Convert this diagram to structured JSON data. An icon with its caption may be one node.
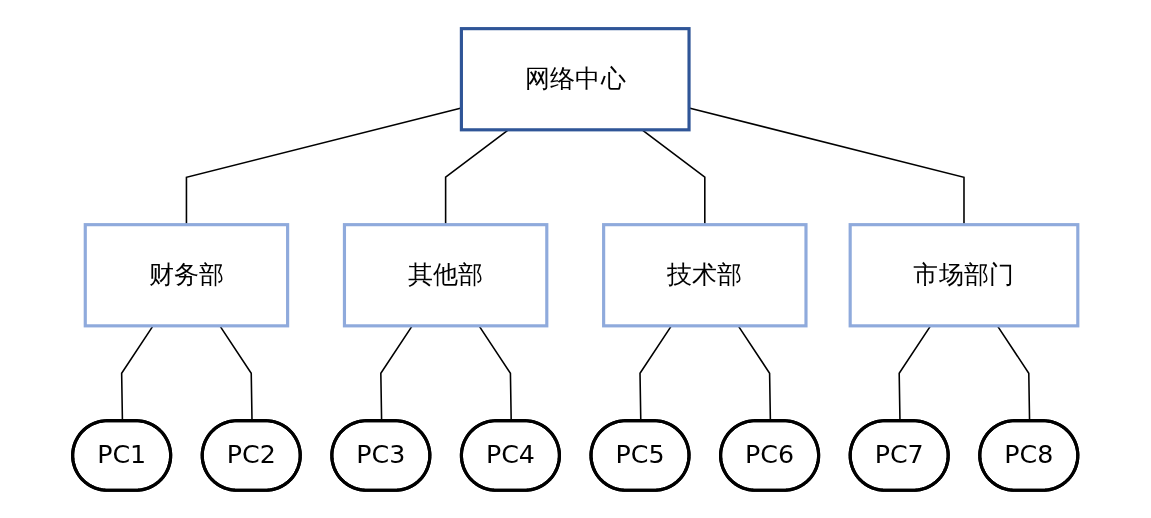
{
  "diagram": {
    "nodes": [
      {
        "text": [
          "网络中心"
        ]
      },
      {
        "text": [
          "财务部"
        ]
      },
      {
        "text": [
          "其他部"
        ]
      },
      {
        "text": [
          "技术部"
        ]
      },
      {
        "text": [
          "市场部门"
        ]
      },
      {
        "text": [
          "PC1"
        ]
      },
      {
        "text": [
          "PC2"
        ]
      },
      {
        "text": [
          "PC3"
        ]
      },
      {
        "text": [
          "PC4"
        ]
      },
      {
        "text": [
          "PC5"
        ]
      },
      {
        "text": [
          "PC6"
        ]
      },
      {
        "text": [
          "PC7"
        ]
      },
      {
        "text": [
          "PC8"
        ]
      }
    ],
    "edges": [
      {
        "from": 0,
        "to": 1,
        "arrow": "none"
      },
      {
        "from": 0,
        "to": 2,
        "arrow": "none"
      },
      {
        "from": 0,
        "to": 3,
        "arrow": "none"
      },
      {
        "from": 0,
        "to": 4,
        "arrow": "none"
      },
      {
        "from": 1,
        "to": 5,
        "arrow": "none"
      },
      {
        "from": 1,
        "to": 6,
        "arrow": "none"
      },
      {
        "from": 2,
        "to": 7,
        "arrow": "none"
      },
      {
        "from": 2,
        "to": 8,
        "arrow": "none"
      },
      {
        "from": 3,
        "to": 9,
        "arrow": "none"
      },
      {
        "from": 3,
        "to": 10,
        "arrow": "none"
      },
      {
        "from": 4,
        "to": 11,
        "arrow": "none"
      },
      {
        "from": 4,
        "to": 12,
        "arrow": "none"
      }
    ]
  }
}
